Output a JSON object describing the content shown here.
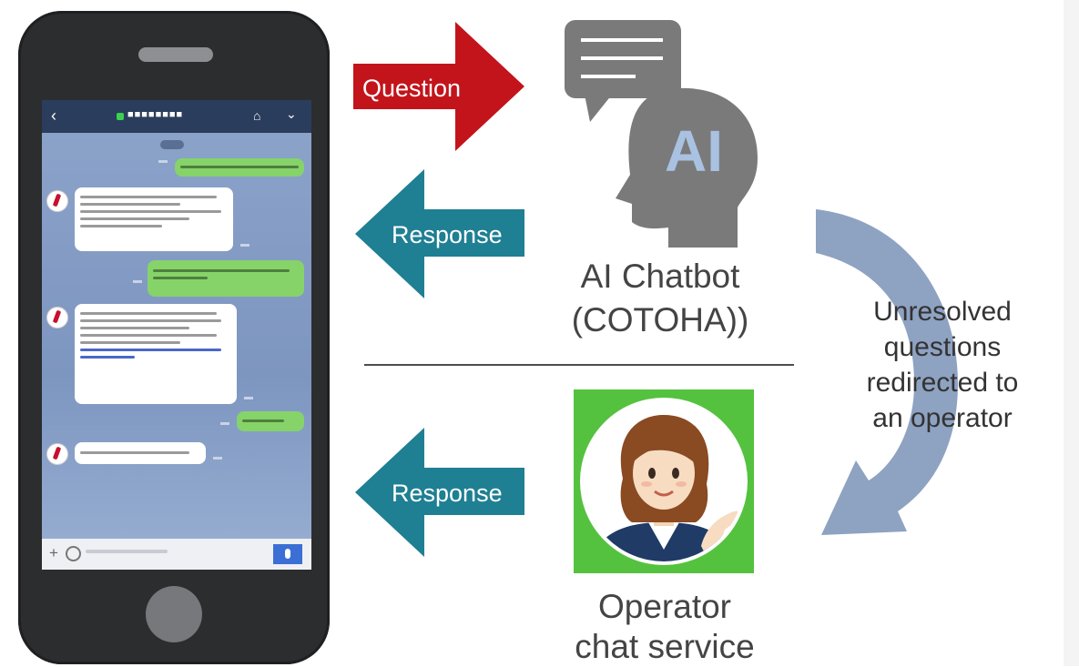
{
  "arrows": {
    "question": "Question",
    "response_ai": "Response",
    "response_operator": "Response"
  },
  "ai_chatbot": {
    "icon_text": "AI",
    "caption_line1": "AI Chatbot",
    "caption_line2": "(COTOHA))"
  },
  "redirect": {
    "line1": "Unresolved",
    "line2": "questions",
    "line3": "redirected to",
    "line4": "an operator"
  },
  "operator": {
    "caption_line1": "Operator",
    "caption_line2": "chat service"
  },
  "colors": {
    "question_arrow": "#c3141b",
    "response_arrow": "#1f7f93",
    "ai_icon": "#7a7a7a",
    "ai_text": "#a9c2e2",
    "redirect_arrow": "#8ea2c2",
    "operator_bg": "#54c23f",
    "line_header": "#2b3d5c",
    "chat_bg": "#7d96c2"
  }
}
